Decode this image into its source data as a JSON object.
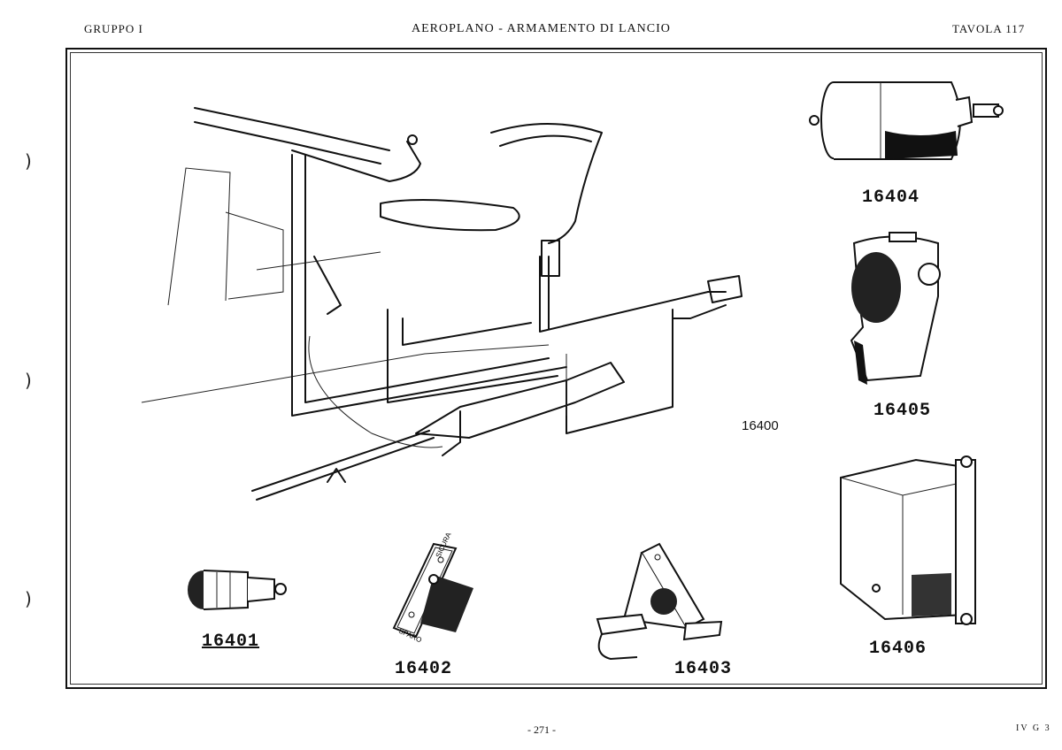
{
  "header": {
    "left": "GRUPPO I",
    "center": "AEROPLANO - ARMAMENTO DI LANCIO",
    "right": "TAVOLA 117"
  },
  "assembly_label": "16400",
  "parts": [
    {
      "number": "16401",
      "underlined": true
    },
    {
      "number": "16402",
      "underlined": false,
      "plate_texts": [
        "SICURA",
        "SPARO"
      ]
    },
    {
      "number": "16403",
      "underlined": false
    },
    {
      "number": "16404",
      "underlined": false
    },
    {
      "number": "16405",
      "underlined": false
    },
    {
      "number": "16406",
      "underlined": false
    }
  ],
  "footer": {
    "page": "- 271 -",
    "code": "IV G 3"
  }
}
